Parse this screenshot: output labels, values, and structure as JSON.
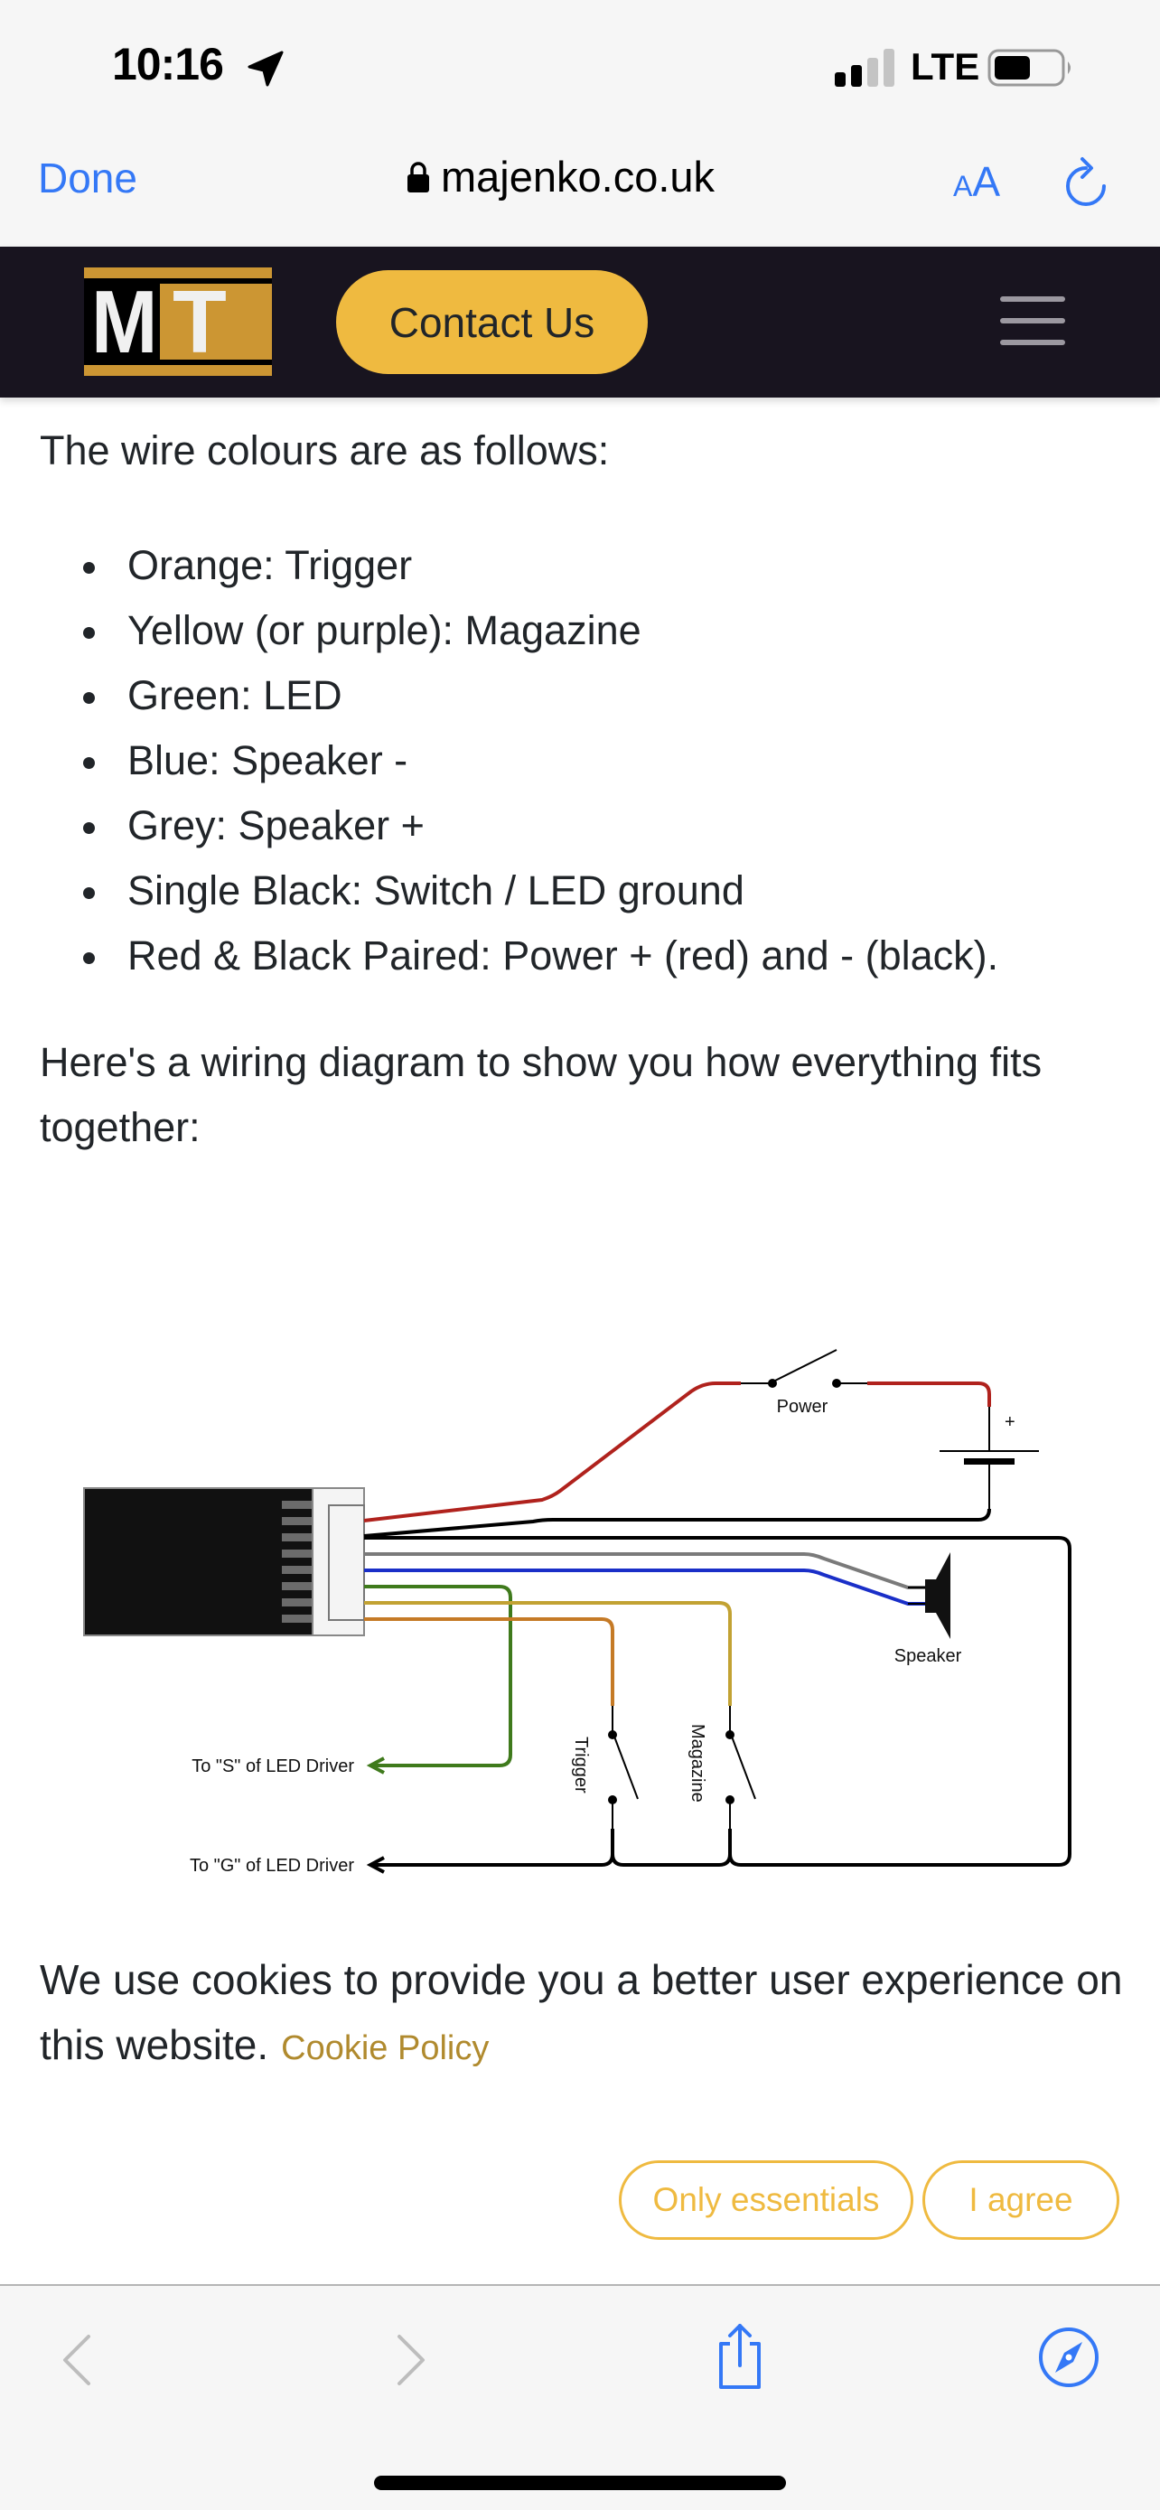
{
  "status_bar": {
    "time": "10:16",
    "network": "LTE",
    "signal_bars_active": 2,
    "signal_bars_total": 4,
    "battery_level": 0.55
  },
  "browser": {
    "done_label": "Done",
    "url": "majenko.co.uk",
    "text_size_small": "A",
    "text_size_big": "A",
    "icons": [
      "lock-icon",
      "reload-icon",
      "back-icon",
      "forward-icon",
      "share-icon",
      "compass-icon"
    ]
  },
  "site_header": {
    "logo_letters": [
      "M",
      "T"
    ],
    "contact_label": "Contact Us",
    "colors": {
      "header_bg": "#18141f",
      "accent": "#efba40",
      "logo_gold": "#cc9633"
    }
  },
  "content": {
    "intro": "The wire colours are as follows:",
    "wires": [
      "Orange: Trigger",
      "Yellow (or purple): Magazine",
      "Green: LED",
      "Blue: Speaker -",
      "Grey: Speaker +",
      "Single Black: Switch / LED ground",
      "Red & Black Paired: Power + (red) and - (black)."
    ],
    "diagram_intro": "Here's a wiring diagram to show you how everything fits together:"
  },
  "diagram": {
    "labels": {
      "power": "Power",
      "battery_plus": "+",
      "speaker": "Speaker",
      "trigger": "Trigger",
      "magazine": "Magazine",
      "to_s": "To \"S\" of LED Driver",
      "to_g": "To \"G\" of LED Driver"
    },
    "wire_colors": {
      "red": "#b0221d",
      "black": "#000000",
      "grey": "#7a7a7a",
      "blue": "#1a2fc8",
      "green": "#3f7a1c",
      "yellow": "#c2a233",
      "orange": "#c57a26"
    }
  },
  "cookie_banner": {
    "text": "We use cookies to provide you a better user experience on this website.",
    "policy_link": "Cookie Policy",
    "only_essentials": "Only essentials",
    "agree": "I agree"
  }
}
